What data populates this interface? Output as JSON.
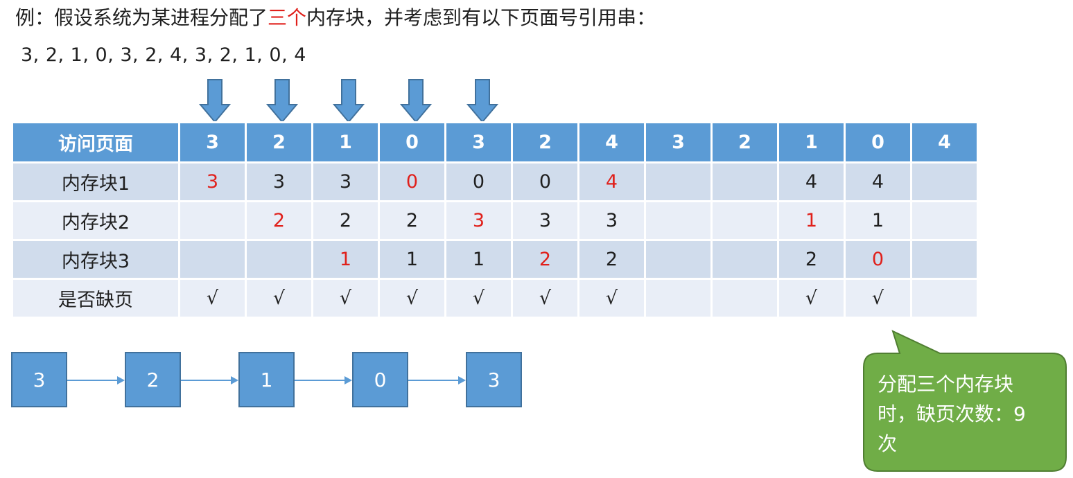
{
  "intro": {
    "before": "例：假设系统为某进程分配了",
    "highlight": "三个",
    "after": "内存块，并考虑到有以下页面号引用串："
  },
  "reference_string": "3,  2,  1,  0,  3,  2,  4,  3,  2,  1,  0,  4",
  "arrows": {
    "count": 5,
    "icon": "down-arrow-icon",
    "color": "#5b9bd5"
  },
  "table": {
    "header": {
      "label": "访问页面",
      "pages": [
        "3",
        "2",
        "1",
        "0",
        "3",
        "2",
        "4",
        "3",
        "2",
        "1",
        "0",
        "4"
      ]
    },
    "rows": [
      {
        "label": "内存块1",
        "cells": [
          "3",
          "3",
          "3",
          "0",
          "0",
          "0",
          "4",
          "",
          "",
          "4",
          "4",
          ""
        ],
        "new": [
          true,
          false,
          false,
          true,
          false,
          false,
          true,
          false,
          false,
          false,
          false,
          false
        ]
      },
      {
        "label": "内存块2",
        "cells": [
          "",
          "2",
          "2",
          "2",
          "3",
          "3",
          "3",
          "",
          "",
          "1",
          "1",
          ""
        ],
        "new": [
          false,
          true,
          false,
          false,
          true,
          false,
          false,
          false,
          false,
          true,
          false,
          false
        ]
      },
      {
        "label": "内存块3",
        "cells": [
          "",
          "",
          "1",
          "1",
          "1",
          "2",
          "2",
          "",
          "",
          "2",
          "0",
          ""
        ],
        "new": [
          false,
          false,
          true,
          false,
          false,
          true,
          false,
          false,
          false,
          false,
          true,
          false
        ]
      },
      {
        "label": "是否缺页",
        "cells": [
          "√",
          "√",
          "√",
          "√",
          "√",
          "√",
          "√",
          "",
          "",
          "√",
          "√",
          ""
        ],
        "new": [
          false,
          false,
          false,
          false,
          false,
          false,
          false,
          false,
          false,
          false,
          false,
          false
        ]
      }
    ]
  },
  "queue": [
    "3",
    "2",
    "1",
    "0",
    "3"
  ],
  "callout": {
    "text": "分配三个内存块时，缺页次数：9次"
  },
  "colors": {
    "header_bg": "#5b9bd5",
    "row_dark": "#d0dcec",
    "row_light": "#e9eef7",
    "highlight_red": "#e0201b",
    "callout_green": "#70ad47"
  }
}
